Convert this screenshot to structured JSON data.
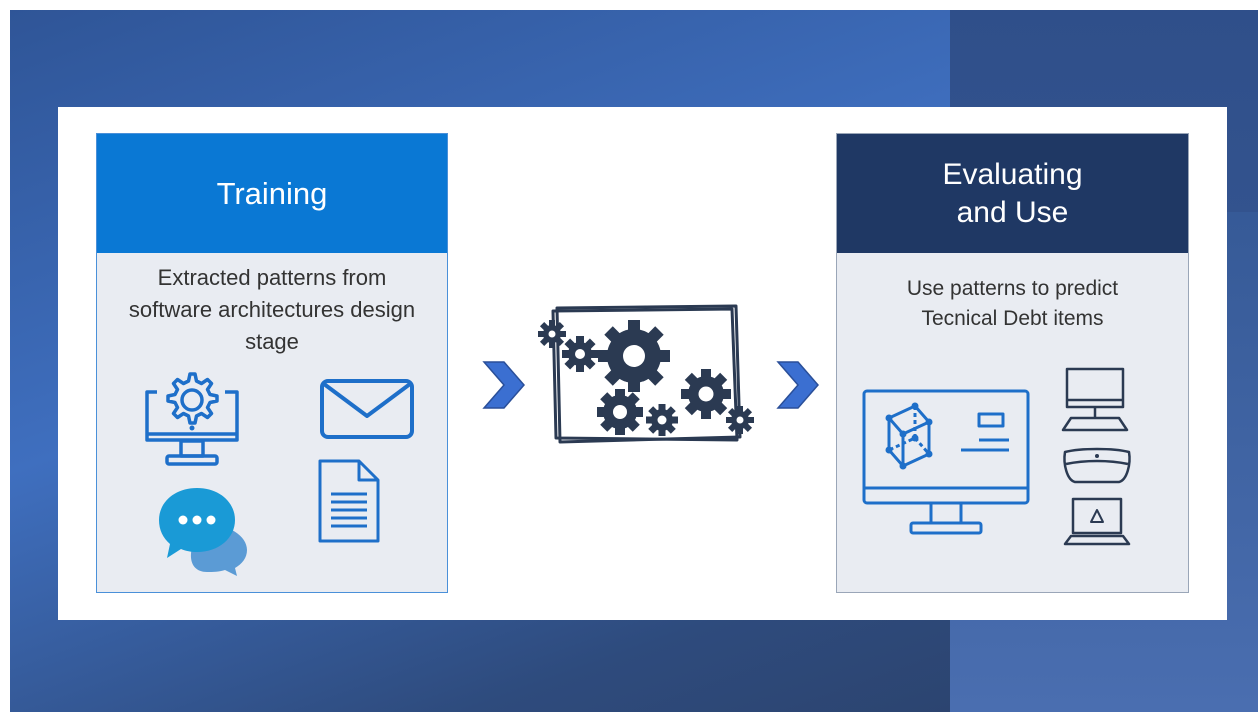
{
  "training": {
    "title": "Training",
    "description": "Extracted patterns from software architectures design stage"
  },
  "evaluating": {
    "title_line1": "Evaluating",
    "title_line2": "and Use",
    "description_line1": "Use patterns to predict",
    "description_line2": "Tecnical Debt items"
  },
  "colors": {
    "training_header": "#0a78d4",
    "evaluating_header": "#1f3864",
    "arrow": "#3b6fd1",
    "icon_blue": "#1e6fc9",
    "icon_navy": "#1f3864",
    "gear": "#2b3a52"
  },
  "icons": {
    "training": [
      "monitor-gear-icon",
      "envelope-icon",
      "chat-bubbles-icon",
      "document-icon"
    ],
    "center": "gears-machine-icon",
    "evaluating": [
      "monitor-3d-cube-icon",
      "desktop-computer-icon",
      "vr-headset-icon",
      "laptop-icon"
    ],
    "arrows": [
      "chevron-right-icon",
      "chevron-right-icon"
    ]
  }
}
